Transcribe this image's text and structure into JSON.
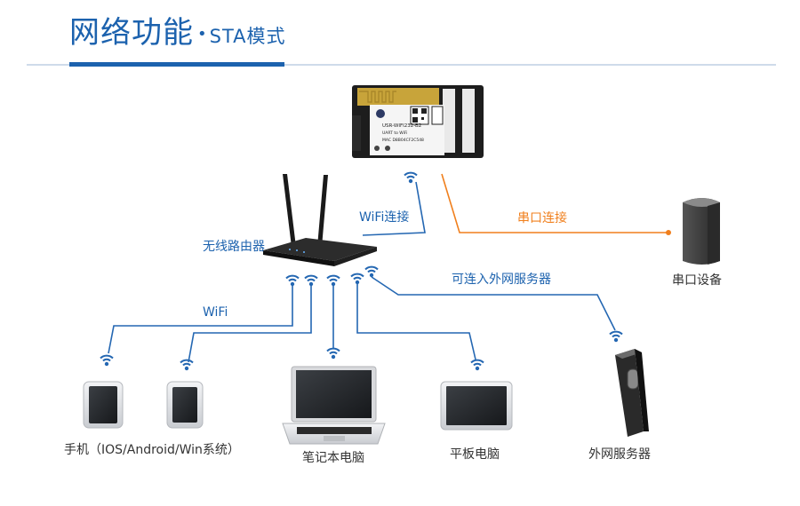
{
  "title": {
    "main": "网络功能",
    "dot": "•",
    "sub": "STA模式"
  },
  "labels": {
    "wifi_link": "WiFi连接",
    "router": "无线路由器",
    "serial_link": "串口连接",
    "serial_device": "串口设备",
    "external_server_link": "可连入外网服务器",
    "wifi": "WiFi",
    "phone": "手机（IOS/Android/Win系统）",
    "laptop": "笔记本电脑",
    "tablet": "平板电脑",
    "server": "外网服务器"
  },
  "module_label": {
    "line1": "USR-WIFI232-B2",
    "line2": "UART to WiFi",
    "line3": "MAC D8B04CF2C548"
  },
  "colors": {
    "blue": "#1c62ae",
    "orange": "#f07f1c",
    "line_blue": "#2467b2"
  }
}
